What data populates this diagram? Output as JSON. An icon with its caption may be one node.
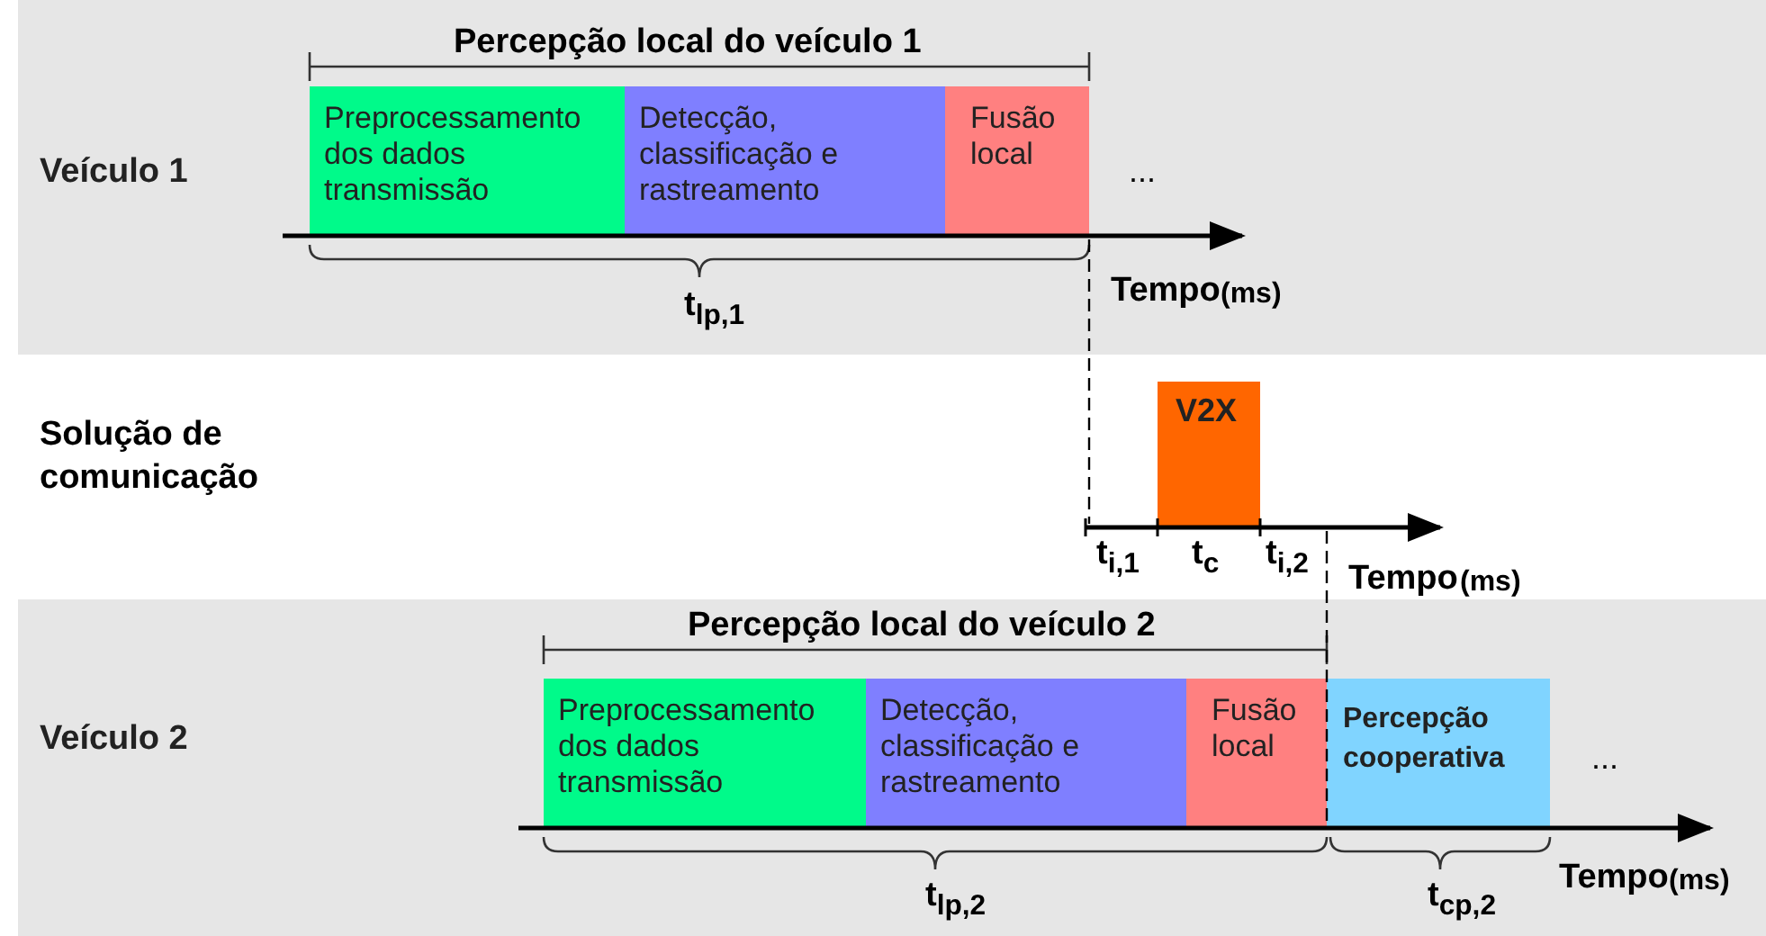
{
  "diagram": {
    "nodes": [
      {
        "text": [
          "Veículo 1"
        ]
      },
      {
        "text": [
          "Preprocessamento dos dados transmissão"
        ],
        "in": 0
      },
      {
        "text": [
          "Detecção, classificação e rastreamento"
        ],
        "in": 0
      },
      {
        "text": [
          "Fusão local"
        ],
        "in": 0
      },
      {
        "text": [
          "V2X"
        ]
      },
      {
        "text": [
          "Veículo 2"
        ]
      },
      {
        "text": [
          "Preprocessamento dos dados transmissão"
        ],
        "in": 5
      },
      {
        "text": [
          "Detecção, classificação e rastreamento"
        ],
        "in": 5
      },
      {
        "text": [
          "Fusão local"
        ],
        "in": 5
      },
      {
        "text": [
          "Percepção cooperativa"
        ],
        "in": 5
      }
    ],
    "edges": [],
    "labels": [
      "Percepção local do veículo 1",
      "...",
      "Tempo",
      "(ms)",
      "t$_{lp,1}$",
      "Solução de comunicação",
      "t$_{i,1}$",
      "t$_{c}$",
      "t$_{i,2}$",
      "Tempo",
      "(ms)",
      "Percepção local do veículo 2",
      "...",
      "t$_{lp,2}$",
      "t$_{cp,2}$",
      "Tempo",
      "(ms)"
    ]
  }
}
